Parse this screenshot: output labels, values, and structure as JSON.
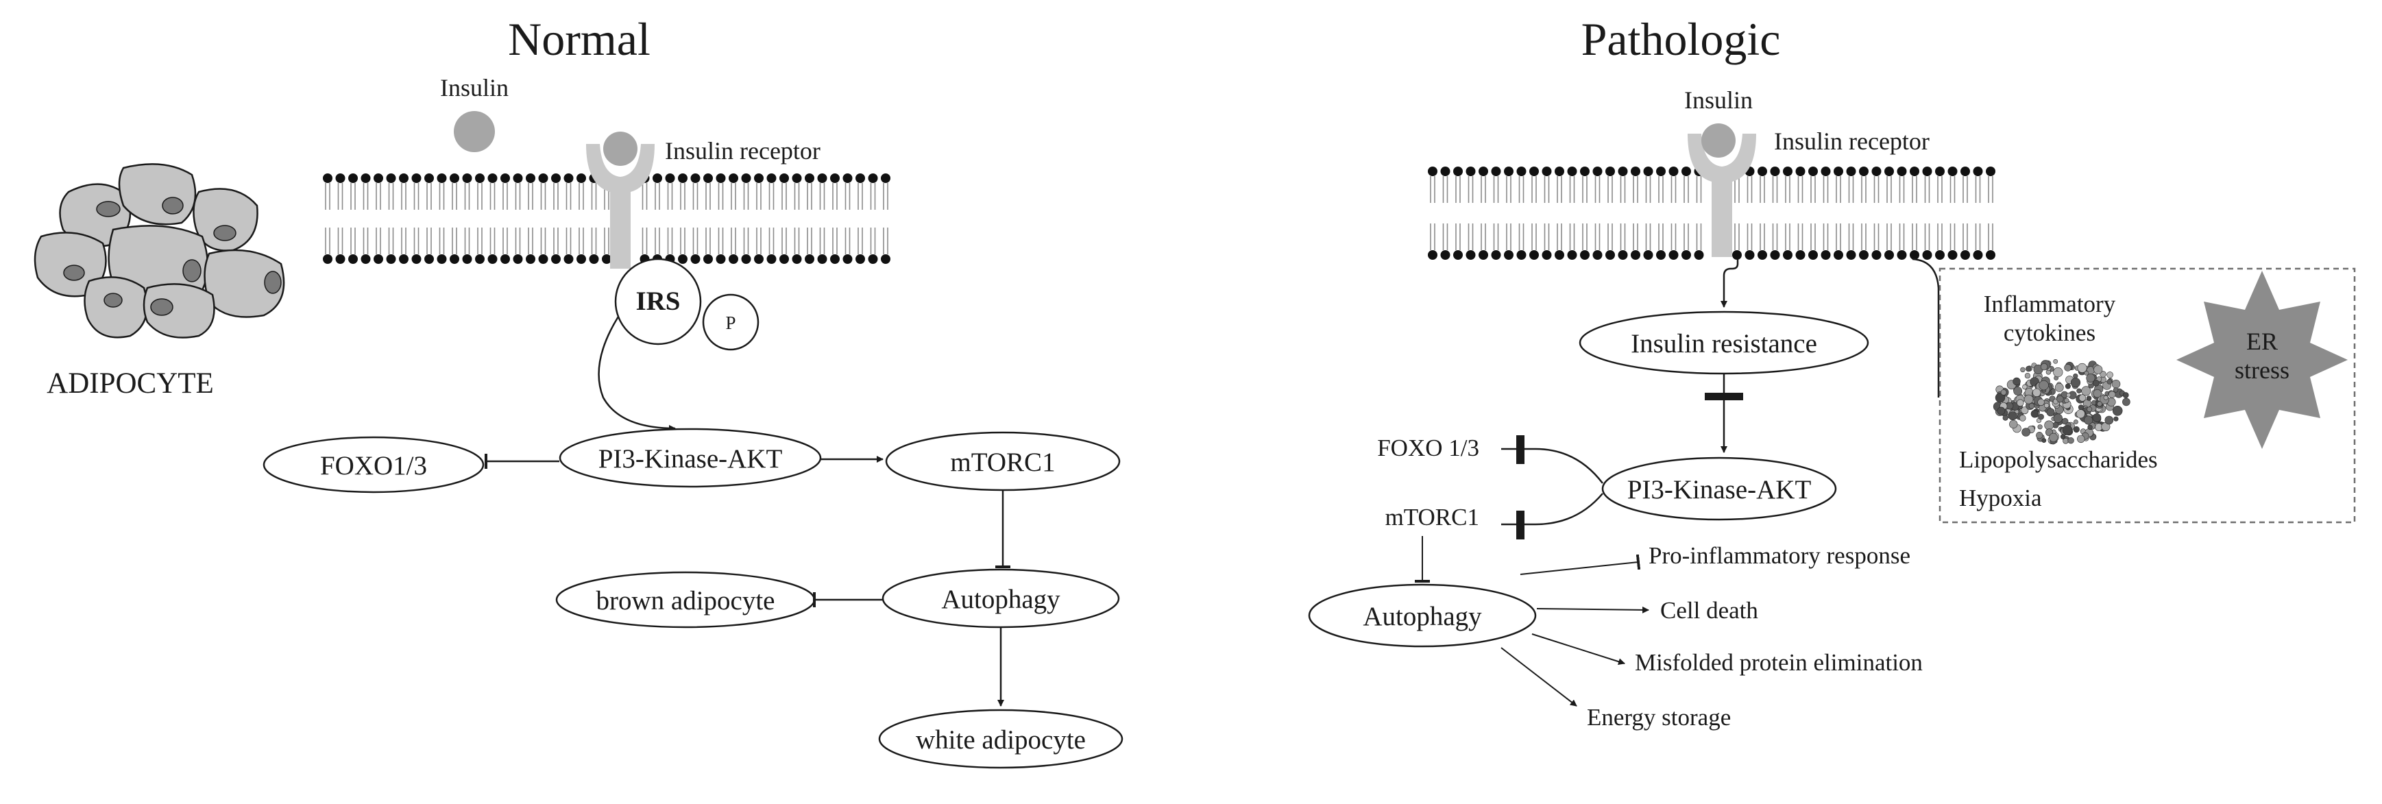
{
  "normal": {
    "title": "Normal",
    "insulin": "Insulin",
    "receptor": "Insulin receptor",
    "irs": "IRS",
    "p": "P",
    "adipocyte": "ADIPOCYTE",
    "foxo": "FOXO1/3",
    "pi3k": "PI3-Kinase-AKT",
    "mtorc": "mTORC1",
    "brown": "brown adipocyte",
    "autophagy": "Autophagy",
    "white": "white adipocyte"
  },
  "pathologic": {
    "title": "Pathologic",
    "insulin": "Insulin",
    "receptor": "Insulin receptor",
    "resistance": "Insulin resistance",
    "pi3k": "PI3-Kinase-AKT",
    "foxo": "FOXO 1/3",
    "mtorc": "mTORC1",
    "autophagy": "Autophagy",
    "outcomes": [
      "Pro-inflammatory response",
      "Cell death",
      "Misfolded protein elimination",
      "Energy storage"
    ],
    "stress_box": {
      "cytokines_line1": "Inflammatory",
      "cytokines_line2": "cytokines",
      "er_line1": "ER",
      "er_line2": "stress",
      "lps": "Lipopolysaccharides",
      "hypoxia": "Hypoxia"
    }
  },
  "colors": {
    "stroke": "#1a1a1a",
    "gray_fill": "#bdbdbd",
    "dark_gray": "#8c8c8c",
    "receptor": "#c8c8c8",
    "dot": "#111111"
  }
}
